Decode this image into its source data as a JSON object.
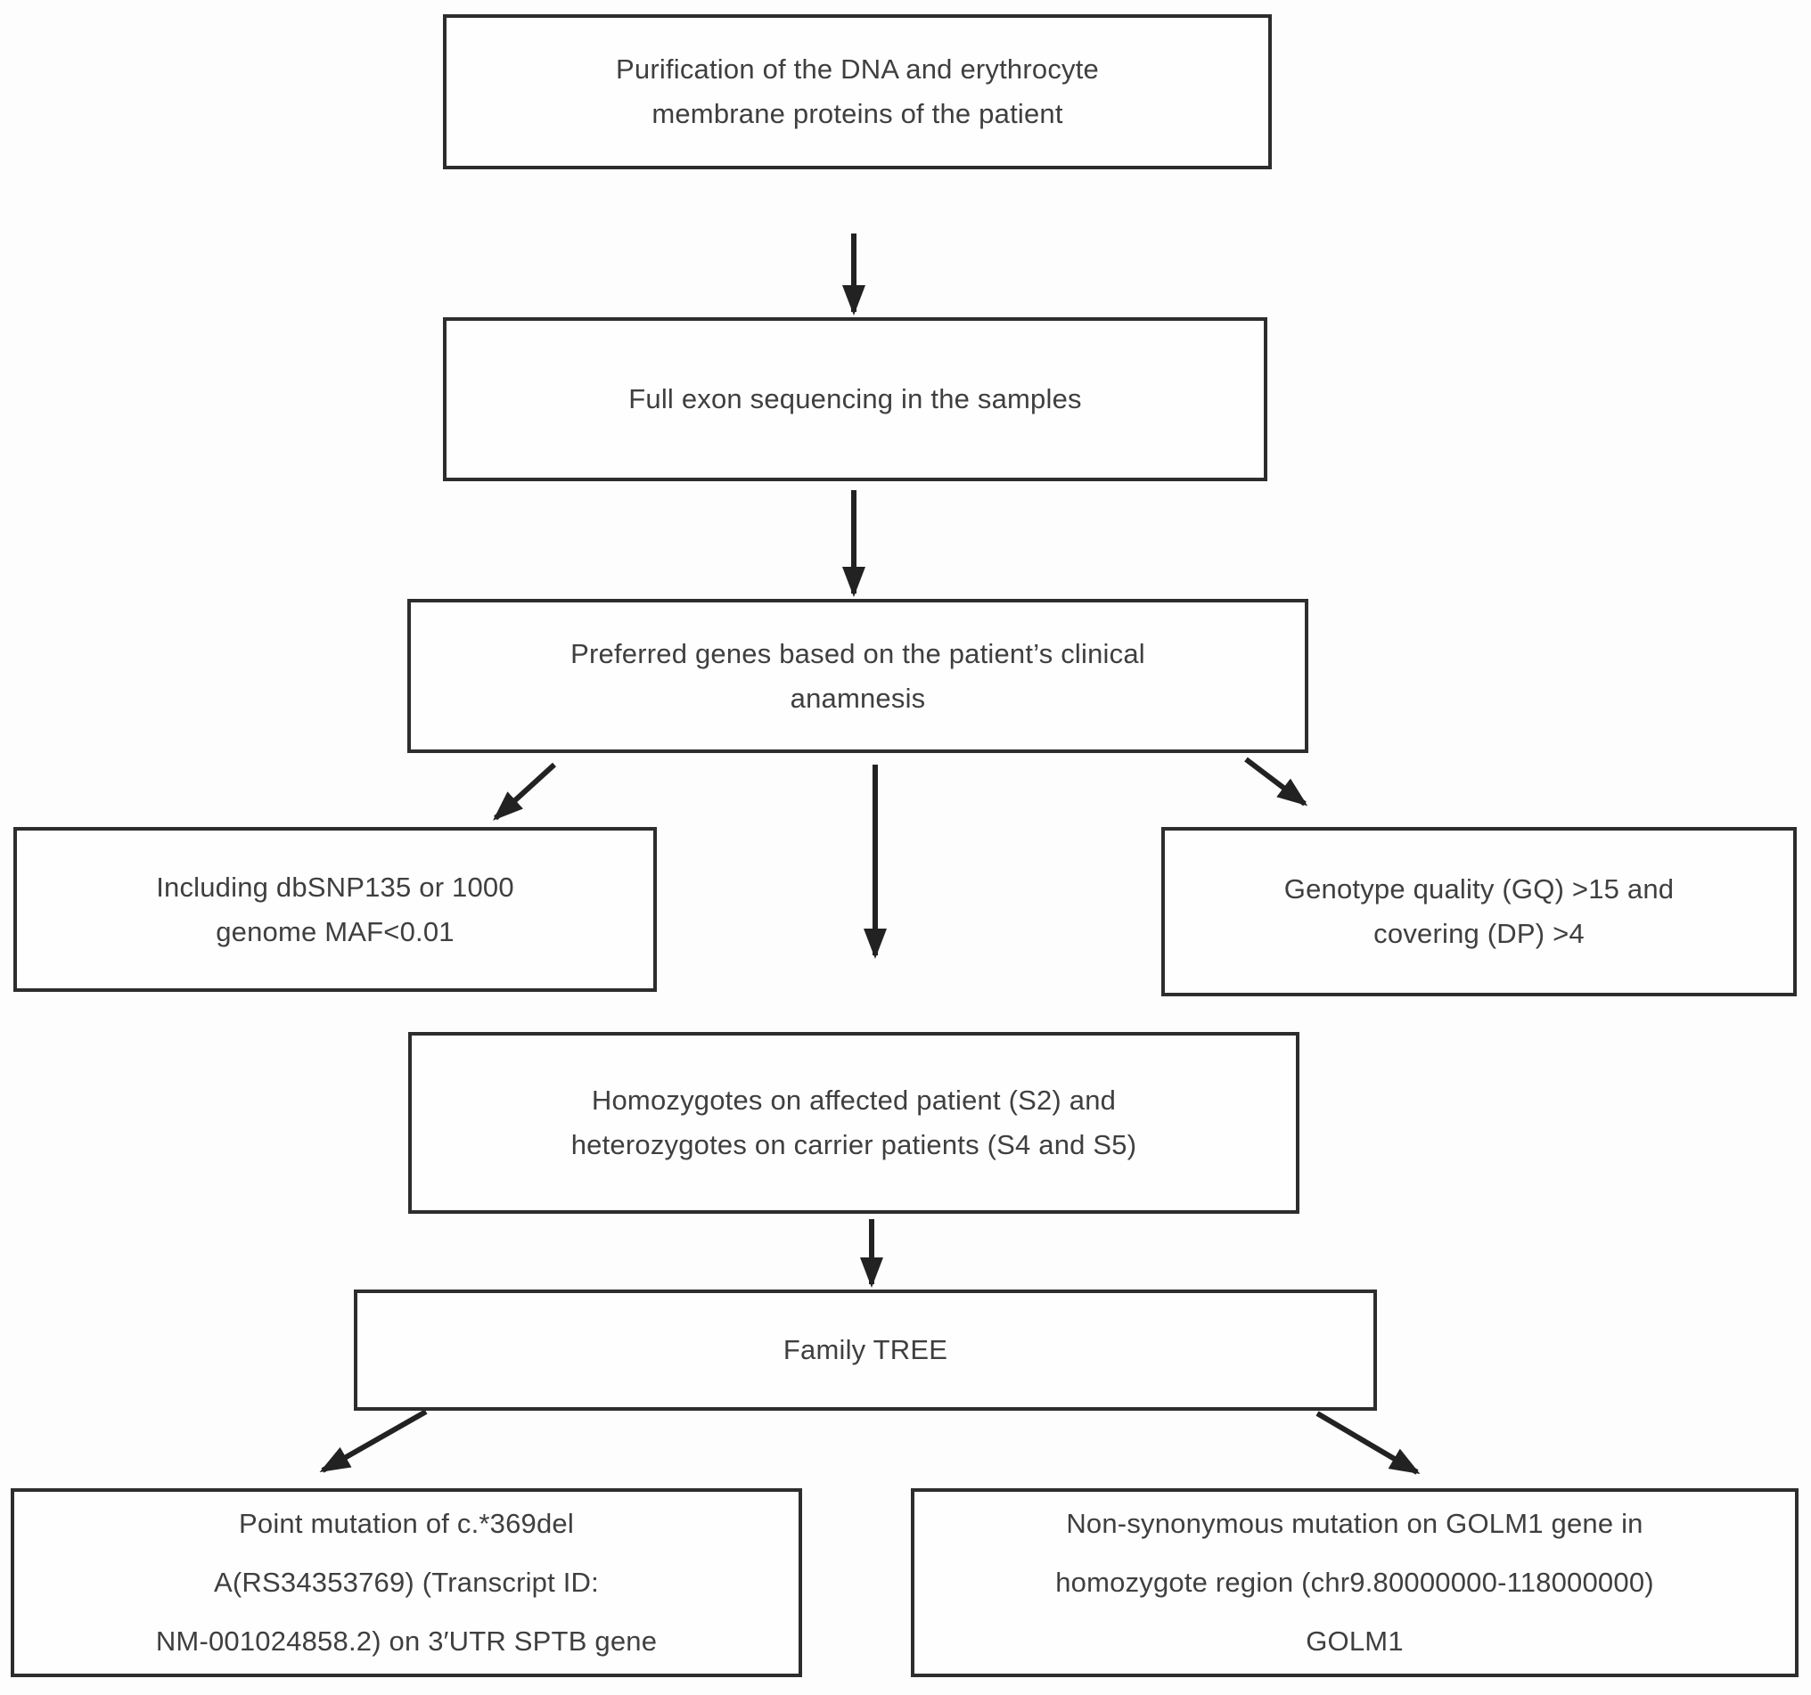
{
  "figure": {
    "type": "flowchart",
    "colors": {
      "background": "#fdfdfd",
      "box_border": "#2d2d2d",
      "box_fill": "#fefefe",
      "text": "#3f3f3f",
      "arrow": "#222222"
    },
    "nodes": [
      {
        "id": "purification",
        "lines": [
          "Purification of the DNA and erythrocyte",
          "membrane proteins of the patient"
        ]
      },
      {
        "id": "full-exon-sequencing",
        "lines": [
          "Full exon sequencing in the samples"
        ]
      },
      {
        "id": "preferred-genes",
        "lines": [
          "Preferred genes based on the patient’s clinical",
          "anamnesis"
        ]
      },
      {
        "id": "dbsnp-filter",
        "lines": [
          "Including dbSNP135 or 1000",
          "genome MAF<0.01"
        ]
      },
      {
        "id": "genotype-quality",
        "lines": [
          "Genotype quality (GQ) >15 and",
          "covering (DP) >4"
        ]
      },
      {
        "id": "homozygotes",
        "lines": [
          "Homozygotes on affected patient (S2) and",
          "heterozygotes on carrier patients (S4 and S5)"
        ]
      },
      {
        "id": "family-tree",
        "lines": [
          "Family TREE"
        ]
      },
      {
        "id": "point-mutation",
        "lines": [
          "Point mutation of c.*369del",
          "A(RS34353769) (Transcript ID:",
          "NM-001024858.2) on 3′UTR SPTB gene"
        ]
      },
      {
        "id": "golm1-mutation",
        "lines": [
          "Non-synonymous mutation on GOLM1 gene in",
          "homozygote region (chr9.80000000-118000000)",
          "GOLM1"
        ]
      }
    ],
    "edges": [
      {
        "from": "purification",
        "to": "full-exon-sequencing"
      },
      {
        "from": "full-exon-sequencing",
        "to": "preferred-genes"
      },
      {
        "from": "preferred-genes",
        "to": "dbsnp-filter"
      },
      {
        "from": "preferred-genes",
        "to": "homozygotes"
      },
      {
        "from": "preferred-genes",
        "to": "genotype-quality"
      },
      {
        "from": "homozygotes",
        "to": "family-tree"
      },
      {
        "from": "family-tree",
        "to": "point-mutation"
      },
      {
        "from": "family-tree",
        "to": "golm1-mutation"
      }
    ]
  }
}
